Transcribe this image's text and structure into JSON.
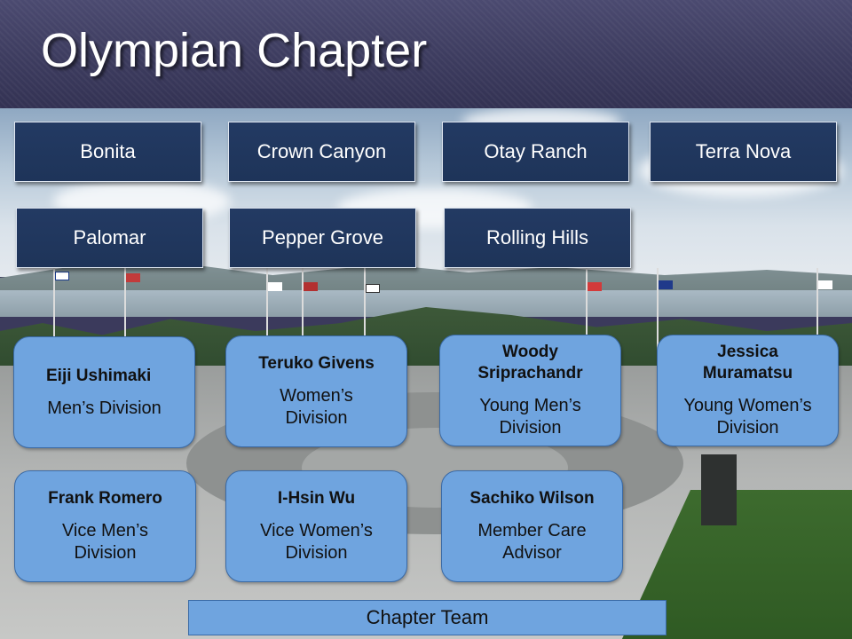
{
  "title": "Olympian Chapter",
  "campuses": [
    {
      "label": "Bonita"
    },
    {
      "label": "Crown Canyon"
    },
    {
      "label": "Otay Ranch"
    },
    {
      "label": "Terra Nova"
    },
    {
      "label": "Palomar"
    },
    {
      "label": "Pepper Grove"
    },
    {
      "label": "Rolling Hills"
    }
  ],
  "leaders": [
    {
      "name": "Eiji Ushimaki",
      "role": "Men’s Division"
    },
    {
      "name": "Teruko Givens",
      "role": "Women’s Division"
    },
    {
      "name": "Woody Sriprachandr",
      "role": "Young Men’s Division"
    },
    {
      "name": "Jessica Muramatsu",
      "role": "Young Women’s Division"
    },
    {
      "name": "Frank Romero",
      "role": "Vice Men’s Division"
    },
    {
      "name": "I-Hsin Wu",
      "role": "Vice Women’s Division"
    },
    {
      "name": "Sachiko Wilson",
      "role": "Member Care Advisor"
    }
  ],
  "team_label": "Chapter Team",
  "colors": {
    "title_bar": "#3d3c5f",
    "campus_button": "#233a63",
    "card": "#6fa4df",
    "card_border": "#3a6aa6"
  }
}
